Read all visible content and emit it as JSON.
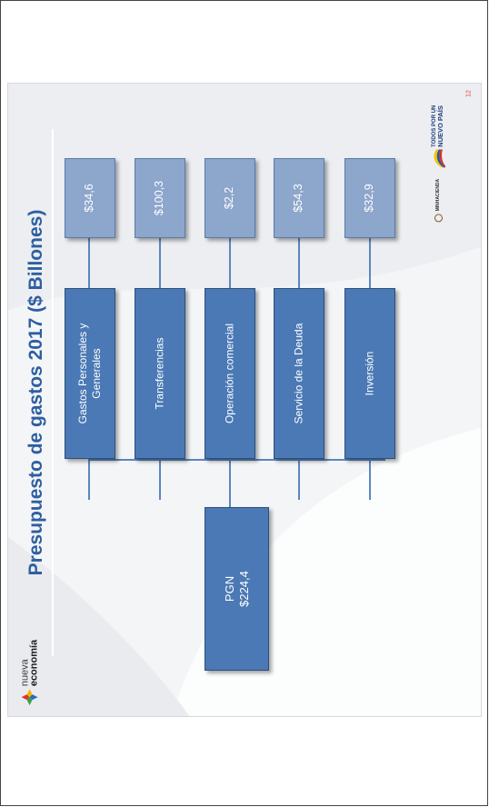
{
  "slide": {
    "title": "Presupuesto de gastos 2017 ($ Billones)",
    "page_number": "12"
  },
  "root": {
    "label": "PGN",
    "value": "$224,4"
  },
  "categories": [
    {
      "label": "Gastos Personales y",
      "label2": "Generales",
      "value": "$34,6"
    },
    {
      "label": "Transferencias",
      "value": "$100,3"
    },
    {
      "label": "Operación comercial",
      "value": "$2,2"
    },
    {
      "label": "Servicio de la Deuda",
      "value": "$54,3"
    },
    {
      "label": "Inversión",
      "value": "$32,9"
    }
  ],
  "logos": {
    "nueva_line1": "nueva",
    "nueva_line2": "economía",
    "minhacienda": "MINHACIENDA",
    "todos_line1": "TODOS POR UN",
    "todos_line2": "NUEVO PAÍS"
  },
  "colors": {
    "title": "#2e5fa0",
    "box_dark": "#4a79b5",
    "box_light": "#8ca6cc",
    "page_number": "#e0403a"
  }
}
